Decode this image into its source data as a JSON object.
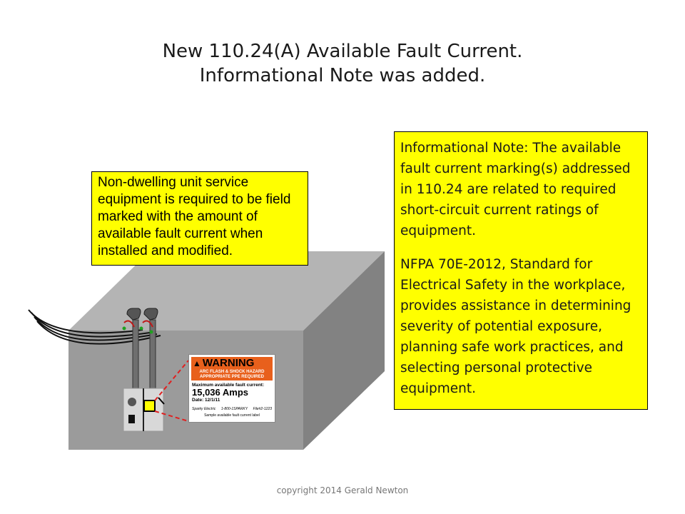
{
  "title": {
    "line1": "New  110.24(A)  Available Fault Current.",
    "line2": "Informational Note was added."
  },
  "callout_left": {
    "text": "Non-dwelling unit service equipment is required to be field marked with the amount of available fault current when installed and modified."
  },
  "callout_right": {
    "para1": "Informational Note:  The available fault current marking(s) addressed in 110.24 are related to required short-circuit current ratings of equipment.",
    "para2": "NFPA 70E-2012,  Standard for Electrical Safety in the workplace, provides assistance in determining severity of potential exposure, planning  safe work practices, and selecting personal protective equipment."
  },
  "warning_label": {
    "heading": "WARNING",
    "hazard_line1": "ARC FLASH & SHOCK HAZARD",
    "hazard_line2": "APPROPRIATE PPE REQUIRED",
    "max_label": "Maximum available fault current:",
    "amps": "15,036 Amps",
    "date": "Date: 12/1/11",
    "company": "Sparky Electric",
    "phone": "1-800-1SPARKY",
    "file": "File#2-1223",
    "caption": "Sample available fault current label"
  },
  "copyright": "copyright 2014 Gerald Newton",
  "colors": {
    "callout": "#ffff00",
    "box_top": "#b4b4b4",
    "box_front": "#9b9b9b",
    "box_side": "#828282",
    "warning_orange": "#e8601c",
    "dashed_line": "#e02020"
  }
}
